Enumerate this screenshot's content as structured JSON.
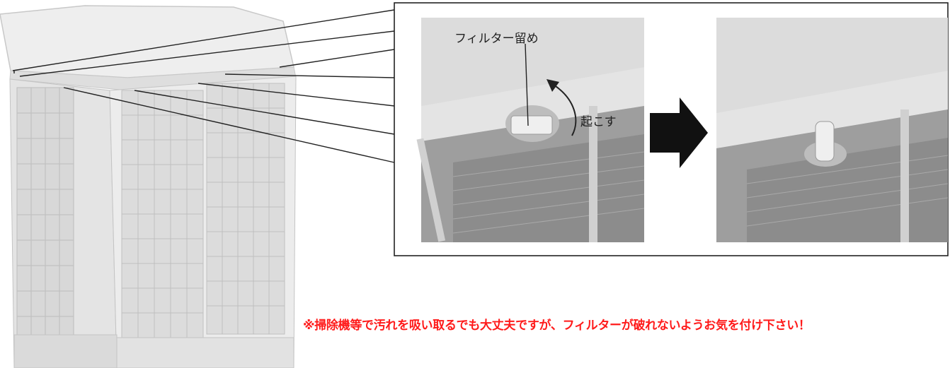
{
  "callout": {
    "filter_clip_label": "フィルター留め",
    "raise_label": "起こす"
  },
  "note": {
    "text": "※掃除機等で汚れを吸い取るでも大丈夫ですが、フィルターが破れないようお気を付け下さい！"
  },
  "colors": {
    "note_text": "#ff1a1a",
    "arrow": "#111111",
    "unit_body": "#e6e6e6"
  }
}
